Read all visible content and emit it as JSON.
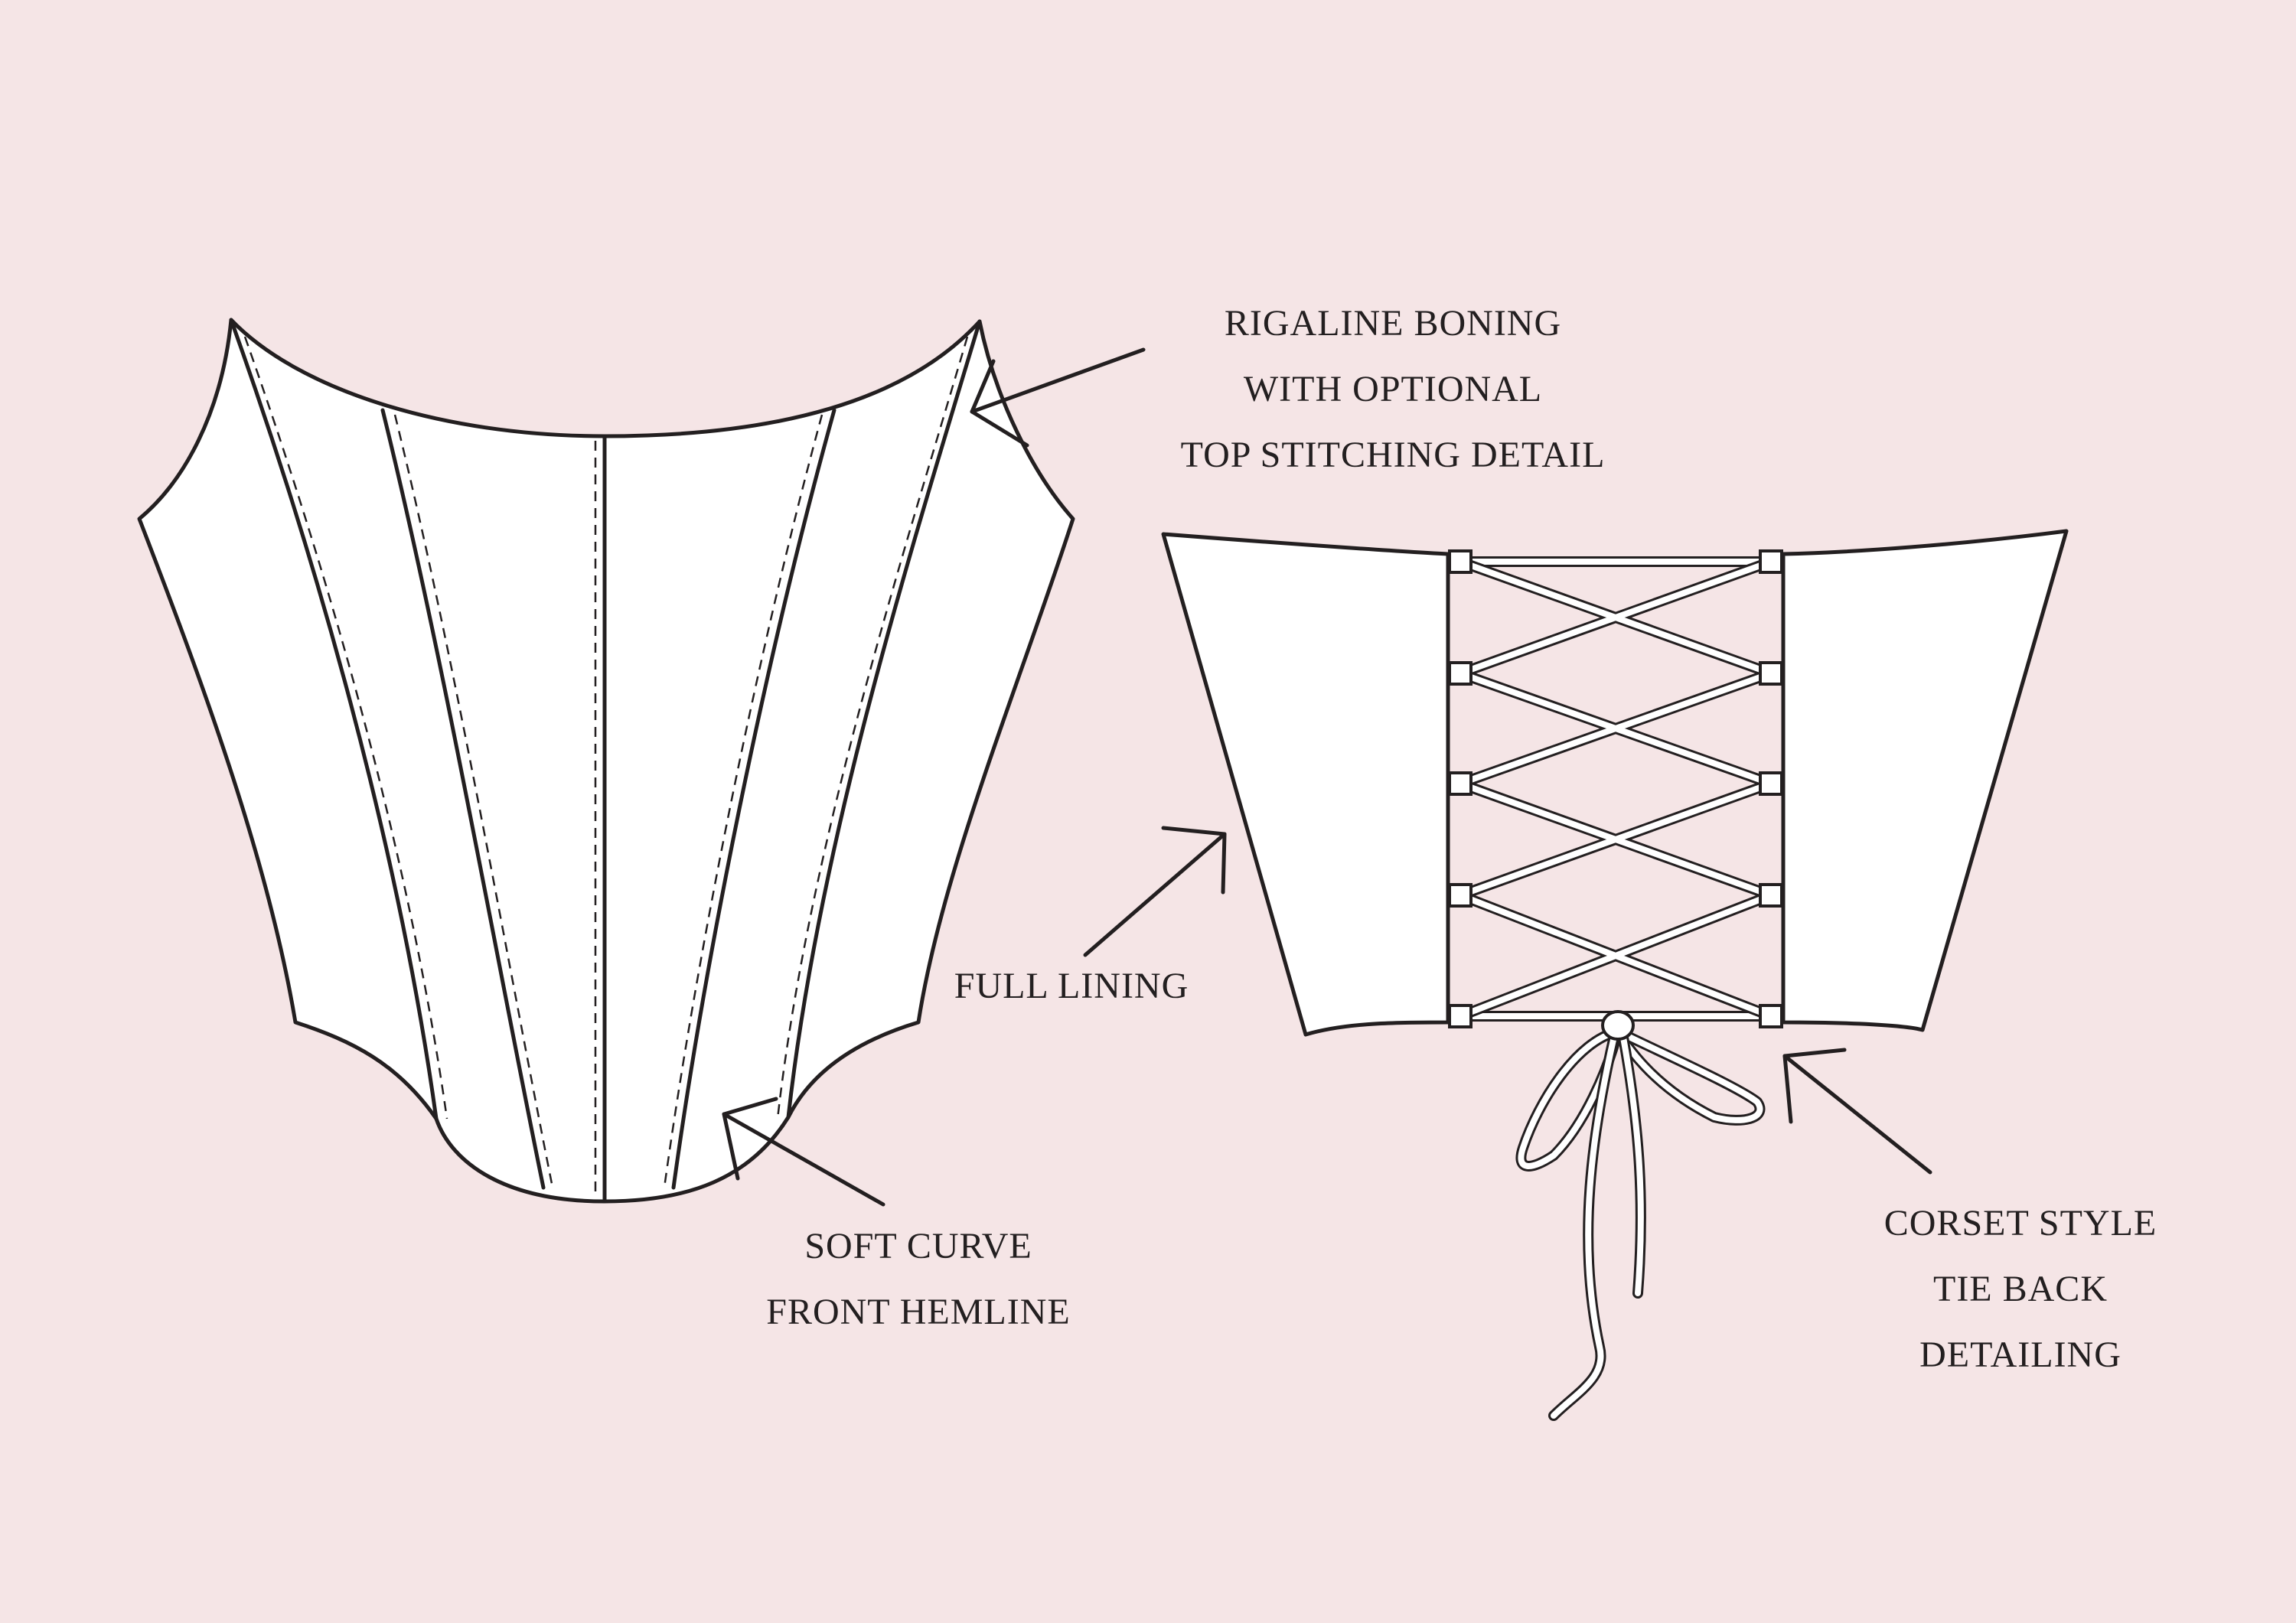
{
  "background_color": "#f5e5e6",
  "line_color": "#231f20",
  "fill_color": "#ffffff",
  "annotations": {
    "rigaline": {
      "lines": [
        "RIGALINE BONING",
        "WITH OPTIONAL",
        "TOP STITCHING DETAIL"
      ]
    },
    "full_lining": {
      "lines": [
        "FULL LINING"
      ]
    },
    "soft_curve": {
      "lines": [
        "SOFT CURVE",
        "FRONT HEMLINE"
      ]
    },
    "corset_tie": {
      "lines": [
        "CORSET STYLE",
        "TIE BACK",
        "DETAILING"
      ]
    }
  }
}
